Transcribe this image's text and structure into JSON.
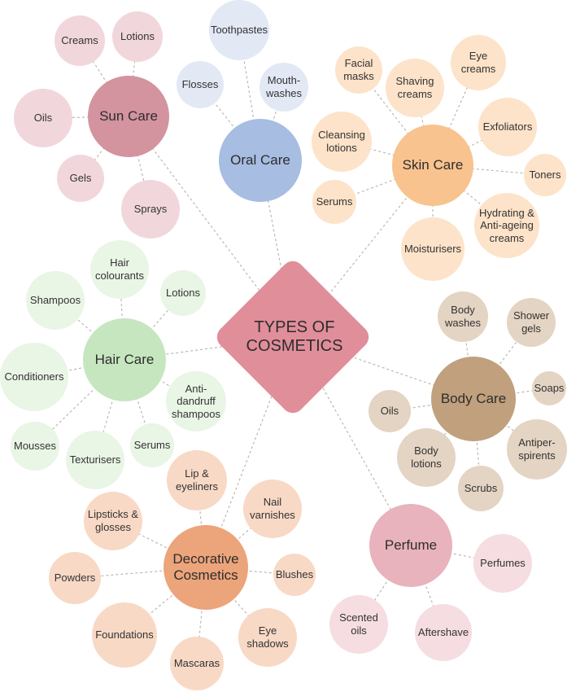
{
  "center": {
    "label": "TYPES OF\nCOSMETICS",
    "color": "#e08e9a"
  },
  "categories": [
    {
      "id": "sun-care",
      "label": "Sun Care",
      "color": "#d3939f",
      "leafColor": "#f1d7dc",
      "items": [
        "Creams",
        "Lotions",
        "Oils",
        "Gels",
        "Sprays"
      ]
    },
    {
      "id": "oral-care",
      "label": "Oral Care",
      "color": "#a7bde2",
      "leafColor": "#e3e8f5",
      "items": [
        "Toothpastes",
        "Flosses",
        "Mouth-\nwashes"
      ]
    },
    {
      "id": "skin-care",
      "label": "Skin Care",
      "color": "#f8c38e",
      "leafColor": "#fde3c9",
      "items": [
        "Facial\nmasks",
        "Shaving\ncreams",
        "Eye creams",
        "Cleansing\nlotions",
        "Exfoliators",
        "Toners",
        "Serums",
        "Hydrating &\nAnti-ageing\ncreams",
        "Moisturisers"
      ]
    },
    {
      "id": "hair-care",
      "label": "Hair Care",
      "color": "#c6e6bf",
      "leafColor": "#e9f5e5",
      "items": [
        "Hair\ncolourants",
        "Shampoos",
        "Lotions",
        "Conditioners",
        "Anti-\ndandruff\nshampoos",
        "Mousses",
        "Texturisers",
        "Serums"
      ]
    },
    {
      "id": "body-care",
      "label": "Body Care",
      "color": "#c0a07d",
      "leafColor": "#e4d4c3",
      "items": [
        "Body\nwashes",
        "Shower\ngels",
        "Soaps",
        "Oils",
        "Antiper-\nspirents",
        "Body\nlotions",
        "Scrubs"
      ]
    },
    {
      "id": "decorative-cosmetics",
      "label": "Decorative\nCosmetics",
      "color": "#eca47b",
      "leafColor": "#f8d9c5",
      "items": [
        "Lip &\neyeliners",
        "Nail\nvarnishes",
        "Lipsticks &\nglosses",
        "Powders",
        "Blushes",
        "Foundations",
        "Eye\nshadows",
        "Mascaras"
      ]
    },
    {
      "id": "perfume",
      "label": "Perfume",
      "color": "#e8b3bc",
      "leafColor": "#f5dde1",
      "items": [
        "Perfumes",
        "Scented\noils",
        "Aftershave"
      ]
    }
  ]
}
